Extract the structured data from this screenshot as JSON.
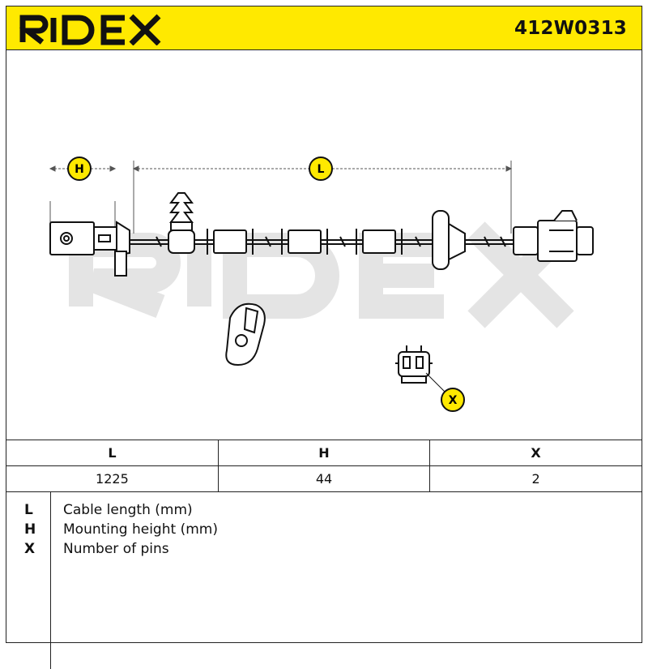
{
  "header": {
    "brand": "RIDEX",
    "part_number": "412W0313",
    "background_color": "#ffe900"
  },
  "drawing": {
    "dimension_markers": [
      "H",
      "L",
      "X"
    ],
    "watermark": "RIDEX"
  },
  "spec_table": {
    "headers": [
      "L",
      "H",
      "X"
    ],
    "values": [
      "1225",
      "44",
      "2"
    ]
  },
  "legend": [
    {
      "code": "L",
      "description": "Cable length (mm)"
    },
    {
      "code": "H",
      "description": "Mounting height (mm)"
    },
    {
      "code": "X",
      "description": "Number of pins"
    }
  ]
}
